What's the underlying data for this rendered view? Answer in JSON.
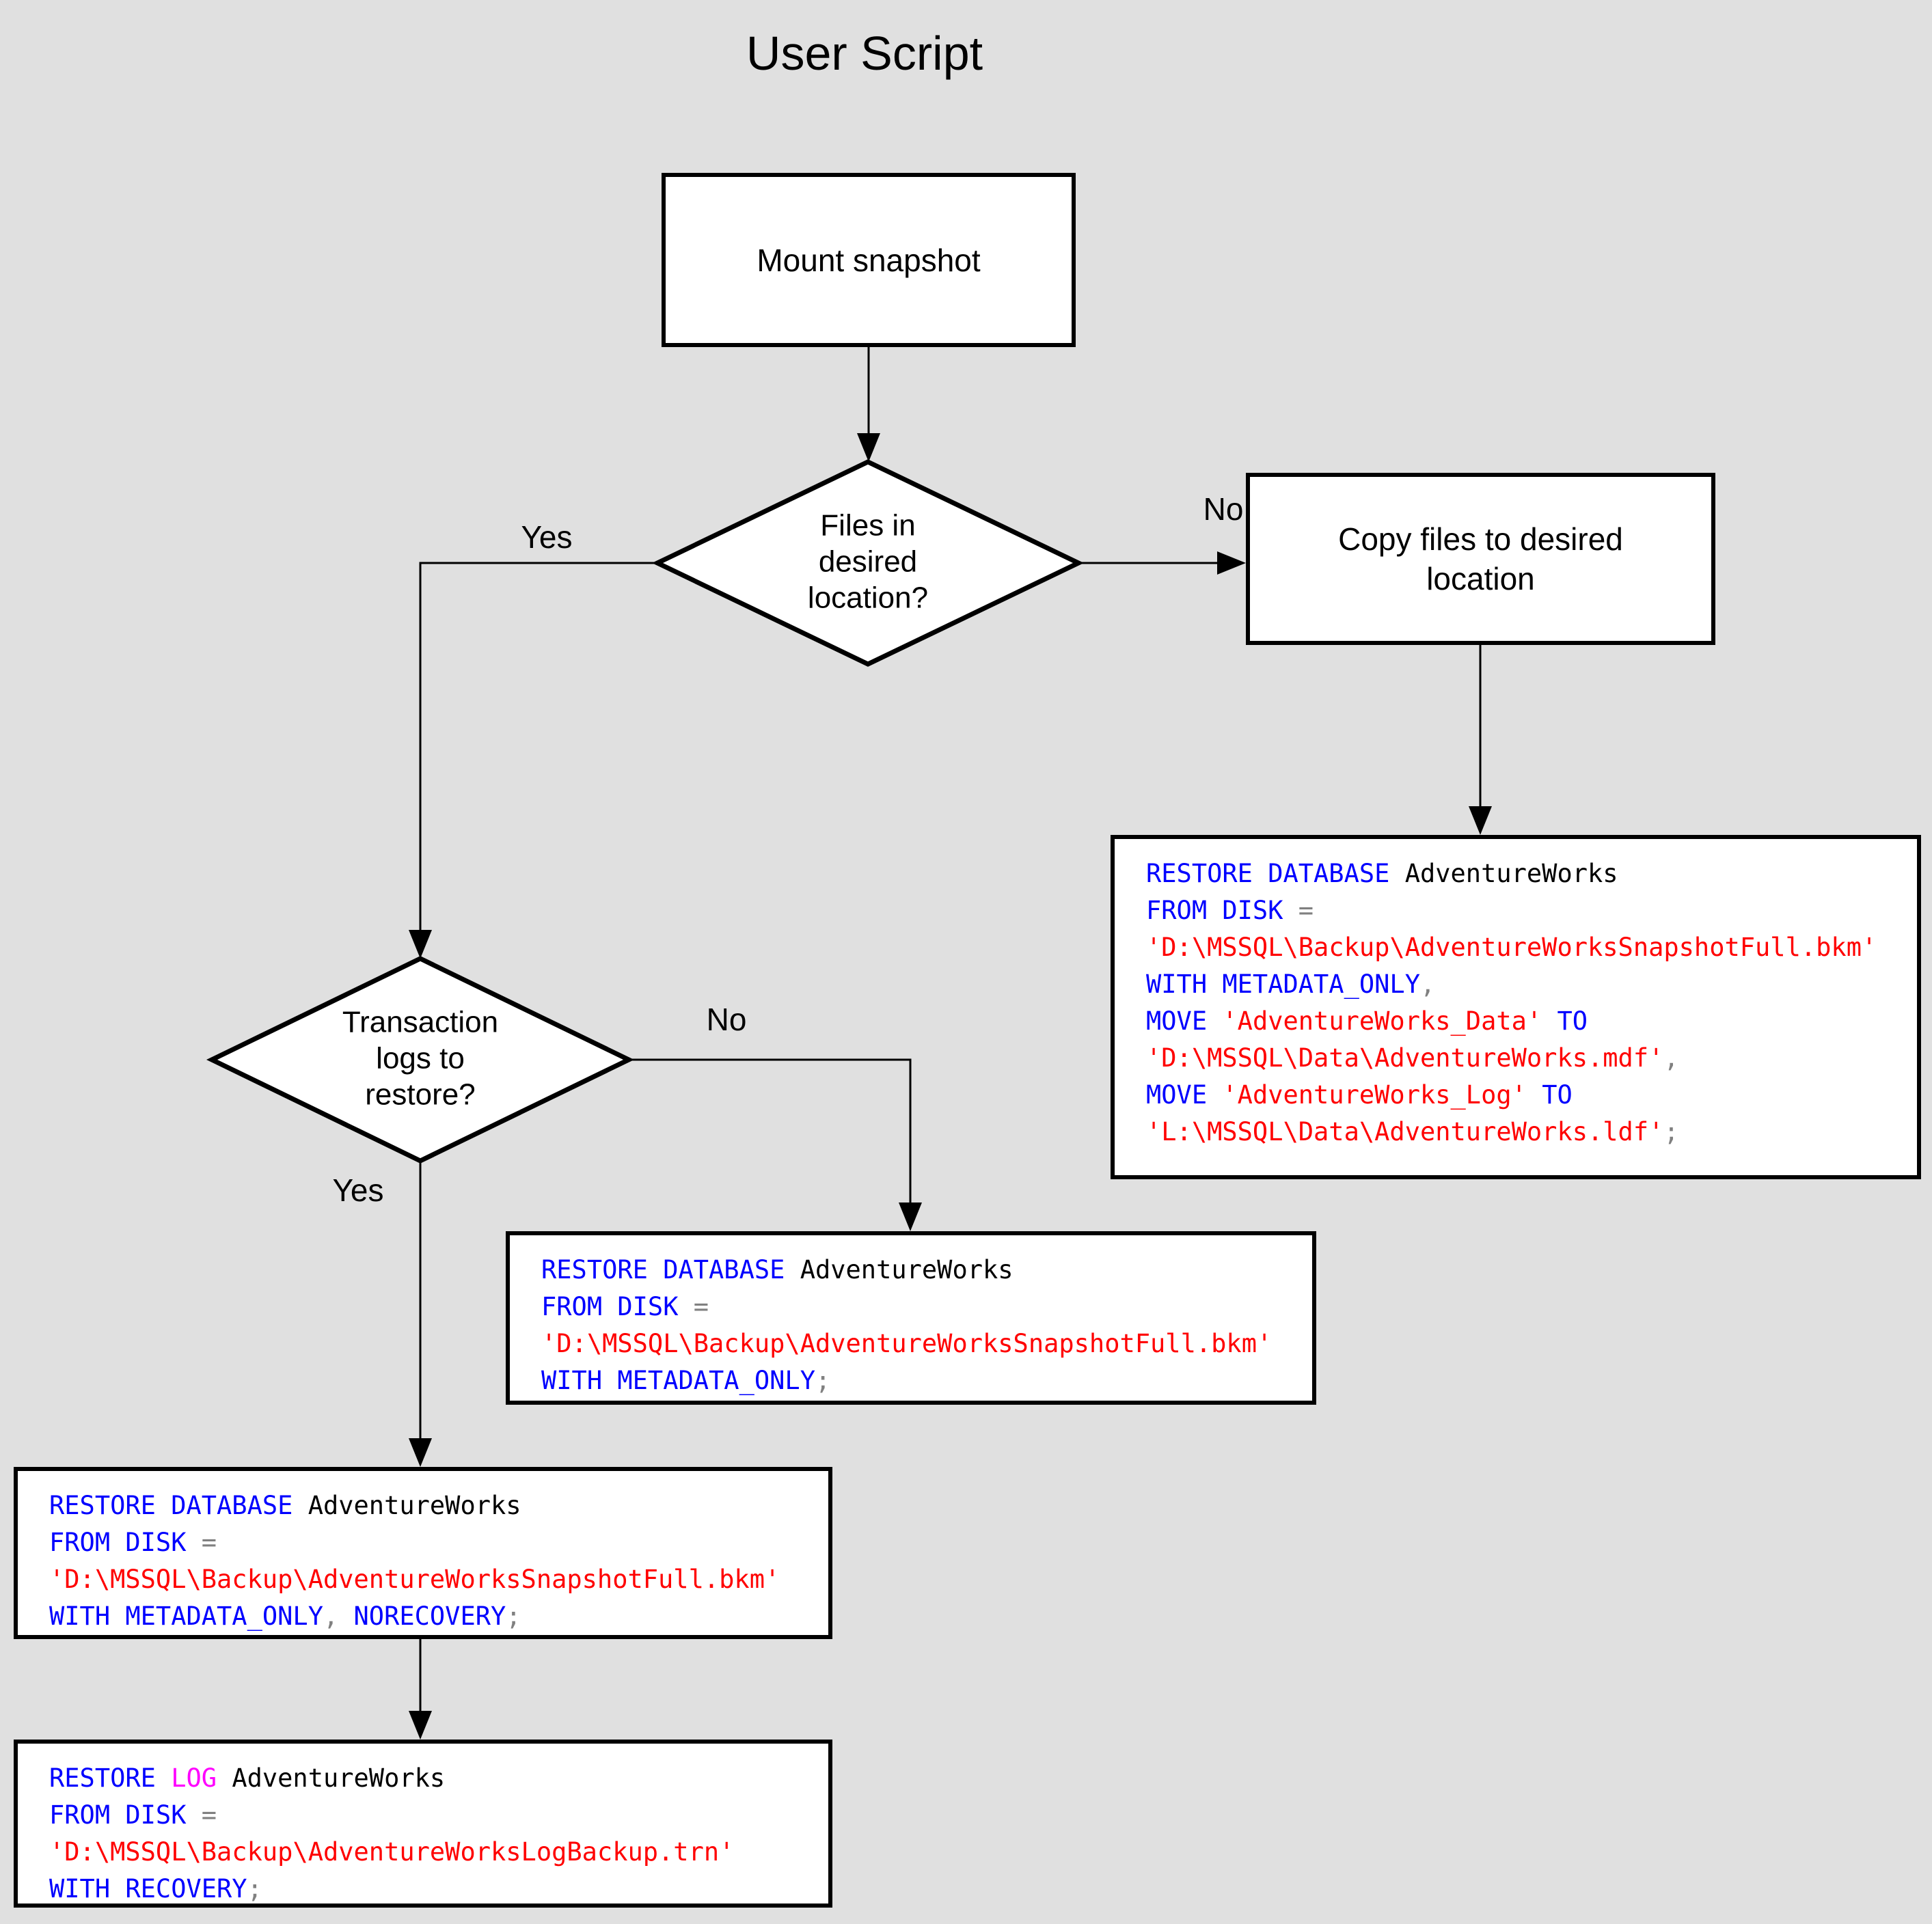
{
  "title": "User Script",
  "colors": {
    "background": "#e0e0e0",
    "shape_fill": "#ffffff",
    "shape_border": "#000000",
    "keyword": "#0000ff",
    "string": "#ff0000",
    "log_keyword": "#ff00ff",
    "identifier": "#000000",
    "operator": "#808080"
  },
  "nodes": {
    "mount": {
      "label": "Mount snapshot"
    },
    "files_decision": {
      "line1": "Files in",
      "line2": "desired",
      "line3": "location?"
    },
    "copy": {
      "line1": "Copy files to desired",
      "line2": "location"
    },
    "logs_decision": {
      "line1": "Transaction",
      "line2": "logs to",
      "line3": "restore?"
    }
  },
  "edge_labels": {
    "files_yes": "Yes",
    "files_no": "No",
    "logs_yes": "Yes",
    "logs_no": "No"
  },
  "code_boxes": [
    {
      "id": "move",
      "lines": [
        [
          {
            "t": "RESTORE DATABASE ",
            "c": "keyword"
          },
          {
            "t": "AdventureWorks",
            "c": "identifier"
          }
        ],
        [
          {
            "t": "FROM DISK ",
            "c": "keyword"
          },
          {
            "t": "=",
            "c": "operator"
          }
        ],
        [
          {
            "t": "'D:\\MSSQL\\Backup\\AdventureWorksSnapshotFull.bkm'",
            "c": "string"
          }
        ],
        [
          {
            "t": "WITH METADATA_ONLY",
            "c": "keyword"
          },
          {
            "t": ",",
            "c": "operator"
          }
        ],
        [
          {
            "t": "MOVE ",
            "c": "keyword"
          },
          {
            "t": "'AdventureWorks_Data'",
            "c": "string"
          },
          {
            "t": " TO",
            "c": "keyword"
          }
        ],
        [
          {
            "t": "'D:\\MSSQL\\Data\\AdventureWorks.mdf'",
            "c": "string"
          },
          {
            "t": ",",
            "c": "operator"
          }
        ],
        [
          {
            "t": "MOVE ",
            "c": "keyword"
          },
          {
            "t": "'AdventureWorks_Log'",
            "c": "string"
          },
          {
            "t": " TO",
            "c": "keyword"
          }
        ],
        [
          {
            "t": "'L:\\MSSQL\\Data\\AdventureWorks.ldf'",
            "c": "string"
          },
          {
            "t": ";",
            "c": "operator"
          }
        ]
      ]
    },
    {
      "id": "metadata",
      "lines": [
        [
          {
            "t": "RESTORE DATABASE ",
            "c": "keyword"
          },
          {
            "t": "AdventureWorks",
            "c": "identifier"
          }
        ],
        [
          {
            "t": "FROM DISK ",
            "c": "keyword"
          },
          {
            "t": "=",
            "c": "operator"
          }
        ],
        [
          {
            "t": "'D:\\MSSQL\\Backup\\AdventureWorksSnapshotFull.bkm'",
            "c": "string"
          }
        ],
        [
          {
            "t": "WITH METADATA_ONLY",
            "c": "keyword"
          },
          {
            "t": ";",
            "c": "operator"
          }
        ]
      ]
    },
    {
      "id": "norecovery",
      "lines": [
        [
          {
            "t": "RESTORE DATABASE ",
            "c": "keyword"
          },
          {
            "t": "AdventureWorks",
            "c": "identifier"
          }
        ],
        [
          {
            "t": "FROM DISK ",
            "c": "keyword"
          },
          {
            "t": "=",
            "c": "operator"
          }
        ],
        [
          {
            "t": "'D:\\MSSQL\\Backup\\AdventureWorksSnapshotFull.bkm'",
            "c": "string"
          }
        ],
        [
          {
            "t": "WITH METADATA_ONLY",
            "c": "keyword"
          },
          {
            "t": ", ",
            "c": "operator"
          },
          {
            "t": "NORECOVERY",
            "c": "keyword"
          },
          {
            "t": ";",
            "c": "operator"
          }
        ]
      ]
    },
    {
      "id": "log",
      "lines": [
        [
          {
            "t": "RESTORE ",
            "c": "keyword"
          },
          {
            "t": "LOG",
            "c": "log_keyword"
          },
          {
            "t": " AdventureWorks",
            "c": "identifier"
          }
        ],
        [
          {
            "t": "FROM DISK ",
            "c": "keyword"
          },
          {
            "t": "=",
            "c": "operator"
          }
        ],
        [
          {
            "t": "'D:\\MSSQL\\Backup\\AdventureWorksLogBackup.trn'",
            "c": "string"
          }
        ],
        [
          {
            "t": "WITH RECOVERY",
            "c": "keyword"
          },
          {
            "t": ";",
            "c": "operator"
          }
        ]
      ]
    }
  ]
}
